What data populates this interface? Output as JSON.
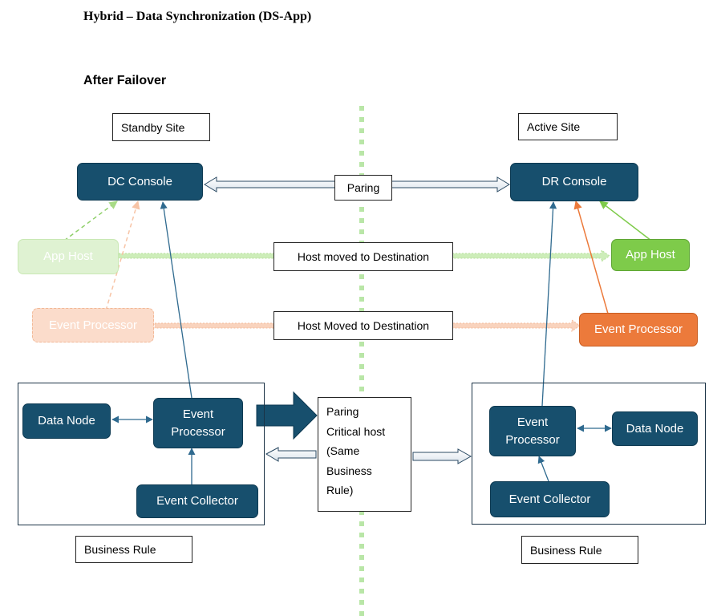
{
  "header": {
    "title": "Hybrid – Data Synchronization (DS-App)",
    "subtitle": "After Failover"
  },
  "sites": {
    "standby": "Standby Site",
    "active": "Active Site"
  },
  "consoles": {
    "dc": "DC Console",
    "dr": "DR Console"
  },
  "paring_label": "Paring",
  "app_host": {
    "left": "App Host",
    "right": "App Host",
    "move_label": "Host moved to Destination"
  },
  "event_processor_row": {
    "left": "Event Processor",
    "right": "Event Processor",
    "move_label": "Host Moved to Destination"
  },
  "left_cluster": {
    "data_node": "Data Node",
    "event_processor": "Event Processor",
    "event_collector": "Event Collector",
    "rule_label": "Business Rule"
  },
  "right_cluster": {
    "data_node": "Data Node",
    "event_processor": "Event Processor",
    "event_collector": "Event Collector",
    "rule_label": "Business Rule"
  },
  "critical_box": {
    "lines": [
      "Paring",
      "Critical host",
      "(Same",
      "Business",
      "Rule)"
    ]
  },
  "colors": {
    "node_dark": "#174f6d",
    "app_host_green": "#7ecb4a",
    "event_processor_orange": "#ec7a3b",
    "divider_green": "#b9e6a7"
  }
}
